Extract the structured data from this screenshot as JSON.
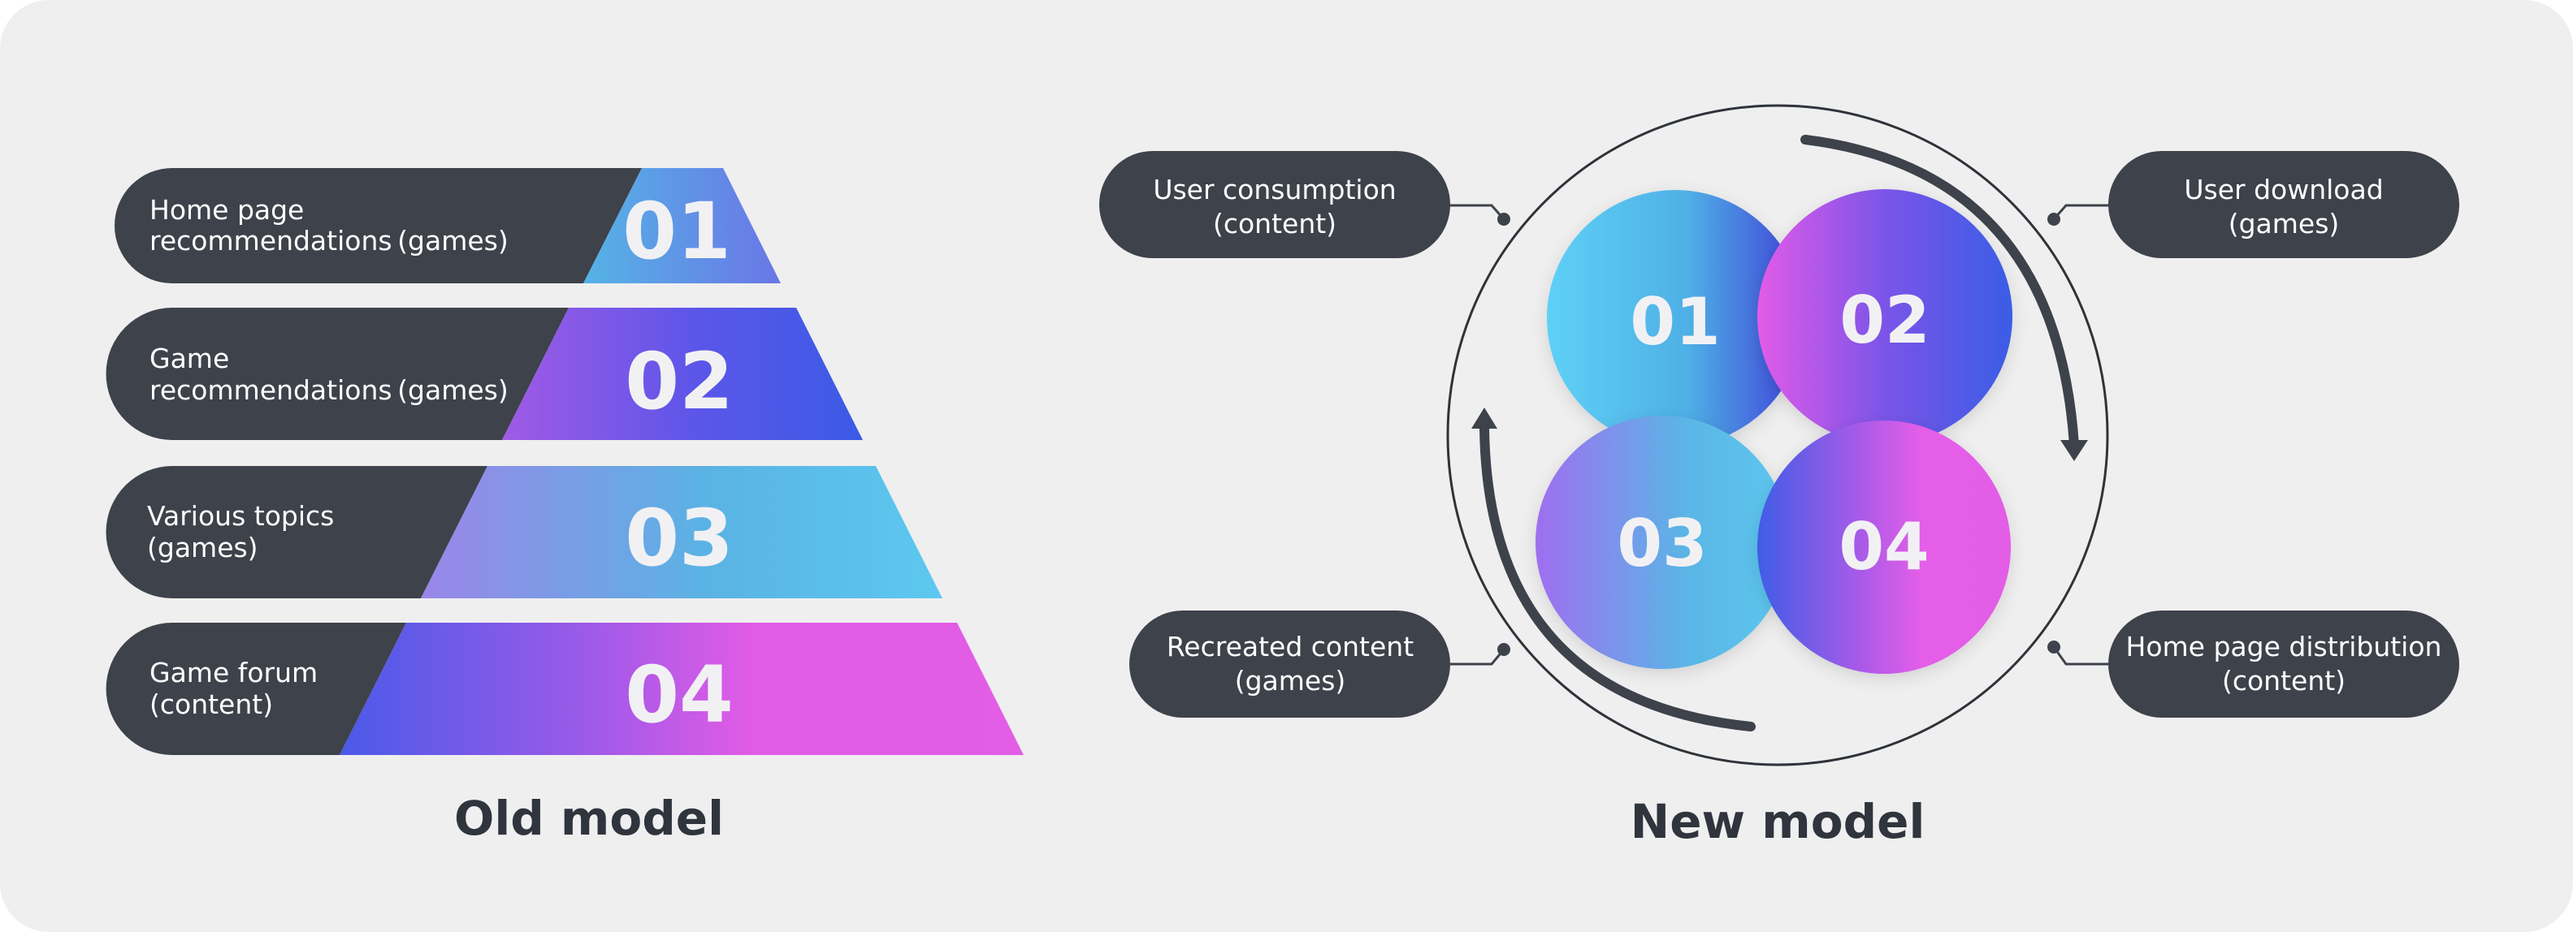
{
  "old_model": {
    "title": "Old model",
    "layers": [
      {
        "number": "01",
        "label_lines": [
          "Home page",
          "recommendations (games)"
        ]
      },
      {
        "number": "02",
        "label_lines": [
          "Game",
          "recommendations (games)"
        ]
      },
      {
        "number": "03",
        "label_lines": [
          "Various topics",
          "(games)"
        ]
      },
      {
        "number": "04",
        "label_lines": [
          "Game forum",
          "(content)"
        ]
      }
    ]
  },
  "new_model": {
    "title": "New model",
    "circles": [
      {
        "number": "01"
      },
      {
        "number": "02"
      },
      {
        "number": "03"
      },
      {
        "number": "04"
      }
    ],
    "callouts": {
      "top_left": {
        "lines": [
          "User consumption",
          "(content)"
        ]
      },
      "top_right": {
        "lines": [
          "User download",
          "(games)"
        ]
      },
      "bottom_left": {
        "lines": [
          "Recreated content",
          "(games)"
        ]
      },
      "bottom_right": {
        "lines": [
          "Home page distribution",
          "(content)"
        ]
      }
    }
  },
  "colors": {
    "background": "#efefef",
    "pill": "#3e424b",
    "cyan": "#5bc8f0",
    "blue": "#3f5de6",
    "purple": "#9b5cf0",
    "magenta": "#e35de6",
    "caption": "#30343c"
  }
}
